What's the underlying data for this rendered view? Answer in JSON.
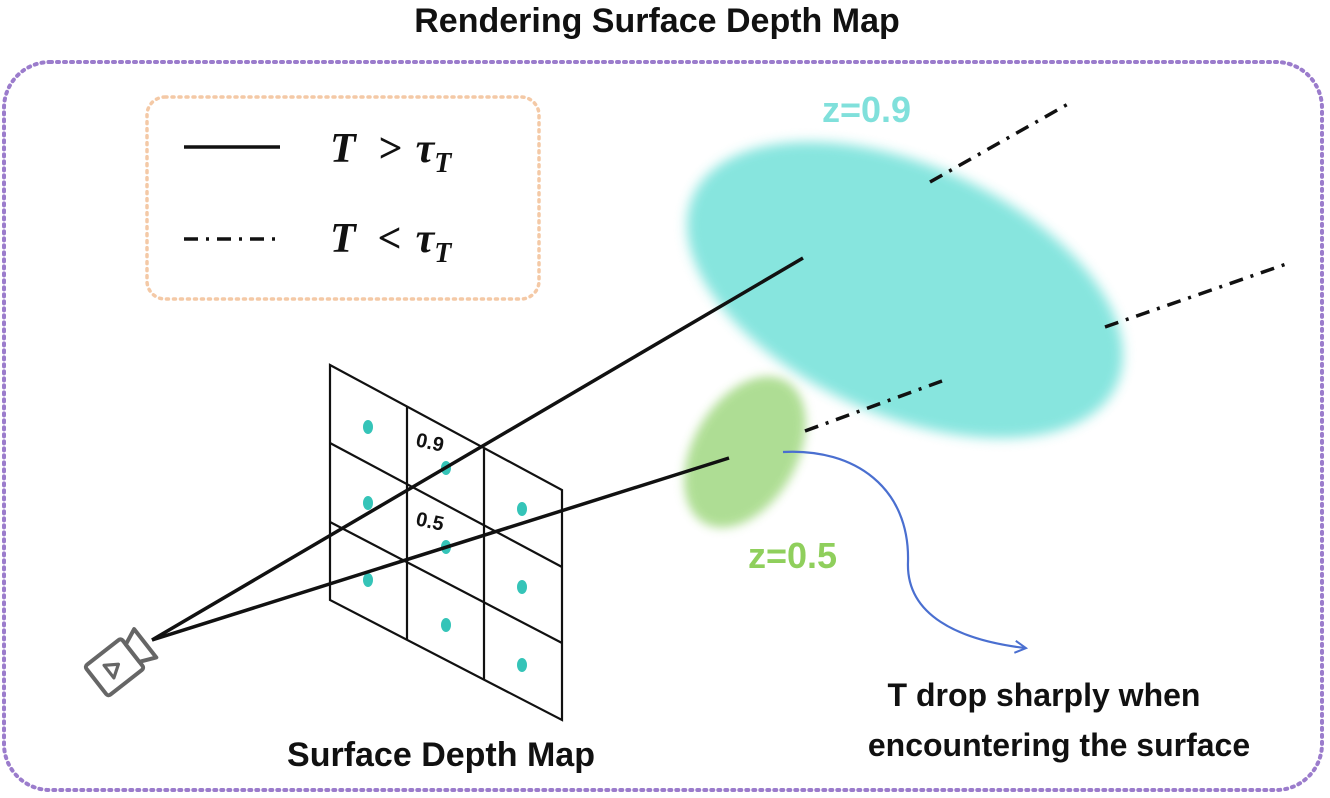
{
  "title": "Rendering Surface Depth Map",
  "legend": {
    "solid": {
      "symbol": "T",
      "relation": ">",
      "threshold": "τ",
      "subscript": "T"
    },
    "dashed": {
      "symbol": "T",
      "relation": "<",
      "threshold": "τ",
      "subscript": "T"
    }
  },
  "labels": {
    "z_far": "z=0.9",
    "z_near": "z=0.5",
    "depth_map": "Surface Depth Map",
    "annotation_line1": "T drop sharply when",
    "annotation_line2": "encountering the surface",
    "cell_far": "0.9",
    "cell_near": "0.5"
  },
  "colors": {
    "frame": "#9b7ccc",
    "legend_frame": "#f4c9a6",
    "far_surface": "#7de3dc",
    "near_surface": "#a8db8b",
    "far_label": "#80e0db",
    "near_label": "#8fcf5c",
    "dots": "#35c4b8",
    "arrow": "#4a6fd0",
    "camera": "#666666"
  },
  "icons": {
    "camera": "video-camera-icon"
  }
}
